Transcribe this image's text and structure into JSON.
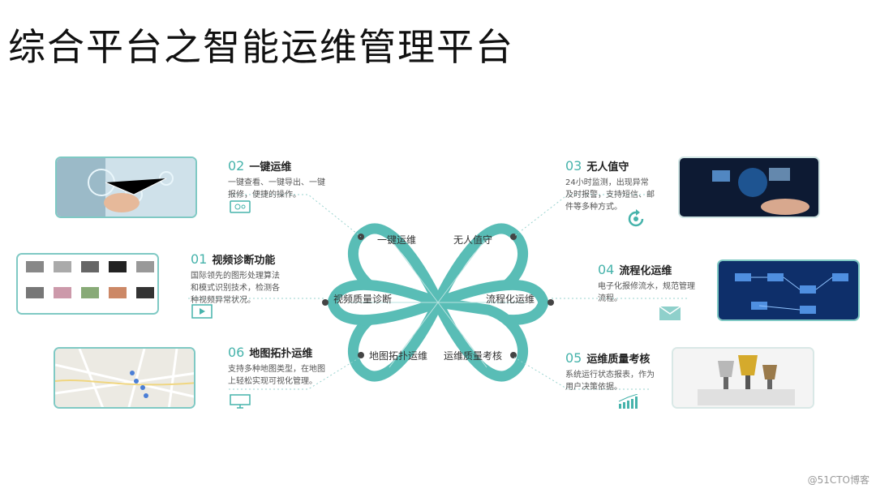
{
  "title": "综合平台之智能运维管理平台",
  "watermark": "@51CTO博客",
  "petals": {
    "top_left": "一键运维",
    "top_right": "无人值守",
    "right": "流程化运维",
    "bottom_right": "运维质量考核",
    "bottom_left": "地图拓扑运维",
    "left": "视频质量诊断"
  },
  "features": [
    {
      "num": "02",
      "title": "一键运维",
      "desc": "一键查看、一键导出、一键报修，便捷的操作。"
    },
    {
      "num": "03",
      "title": "无人值守",
      "desc": "24小时监测，出现异常及时报警，支持短信、邮件等多种方式。"
    },
    {
      "num": "01",
      "title": "视频诊断功能",
      "desc": "国际领先的图形处理算法和模式识别技术，检测各种视频异常状况。"
    },
    {
      "num": "04",
      "title": "流程化运维",
      "desc": "电子化报修流水，规范管理流程。"
    },
    {
      "num": "06",
      "title": "地图拓扑运维",
      "desc": "支持多种地图类型，在地图上轻松实现可视化管理。"
    },
    {
      "num": "05",
      "title": "运维质量考核",
      "desc": "系统运行状态报表，作为用户决策依据。"
    }
  ],
  "colors": {
    "teal": "#46b3ab",
    "petal": "#59bdb6"
  },
  "icons": [
    "monitor-icon",
    "refresh-icon",
    "play-icon",
    "mail-icon",
    "screen-icon",
    "bar-chart-icon"
  ]
}
